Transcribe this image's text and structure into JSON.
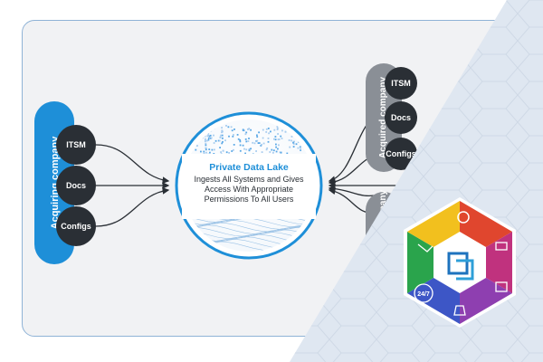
{
  "acquiring": {
    "label": "Acquiring company",
    "nodes": [
      "ITSM",
      "Docs",
      "Configs"
    ]
  },
  "acquired_top": {
    "label": "Acquired company",
    "nodes": [
      "ITSM",
      "Docs",
      "Configs"
    ]
  },
  "acquired_bottom": {
    "label": "Acquired company"
  },
  "lake": {
    "title": "Private Data Lake",
    "line1": "Ingests All Systems and Gives",
    "line2": "Access With Appropriate",
    "line3": "Permissions To All Users"
  },
  "badge": {
    "text_247": "24/7"
  },
  "colors": {
    "accent_blue": "#1e8fd8",
    "node_dark": "#2a2f35",
    "pill_gray": "#8a8f96",
    "panel_bg": "#f1f2f4",
    "hex_bg": "#dfe7f1"
  }
}
